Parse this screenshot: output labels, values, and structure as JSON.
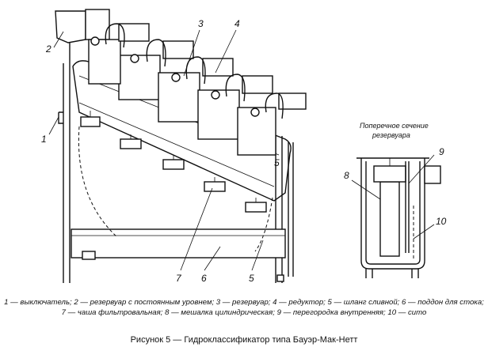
{
  "figure": {
    "callouts": [
      "1",
      "2",
      "3",
      "4",
      "5",
      "6",
      "7",
      "5"
    ],
    "section": {
      "title_line1": "Поперечное сечение",
      "title_line2": "резервуара",
      "callouts": [
        "8",
        "9",
        "10"
      ]
    }
  },
  "legend": {
    "items": [
      {
        "num": "1",
        "text": "— выключатель;"
      },
      {
        "num": "2",
        "text": "— резервуар с постоянным уровнем;"
      },
      {
        "num": "3",
        "text": "— резервуар;"
      },
      {
        "num": "4",
        "text": "— редуктор;"
      },
      {
        "num": "5",
        "text": "— шланг сливной;"
      },
      {
        "num": "6",
        "text": "— поддон для стока;"
      },
      {
        "num": "7",
        "text": "— чаша фильтровальная;"
      },
      {
        "num": "8",
        "text": "— мешалка цилиндрическая;"
      },
      {
        "num": "9",
        "text": "— перегородка внутренняя;"
      },
      {
        "num": "10",
        "text": "— сито"
      }
    ]
  },
  "caption": "Рисунок 5 — Гидроклассификатор типа Бауэр-Мак-Нетт"
}
